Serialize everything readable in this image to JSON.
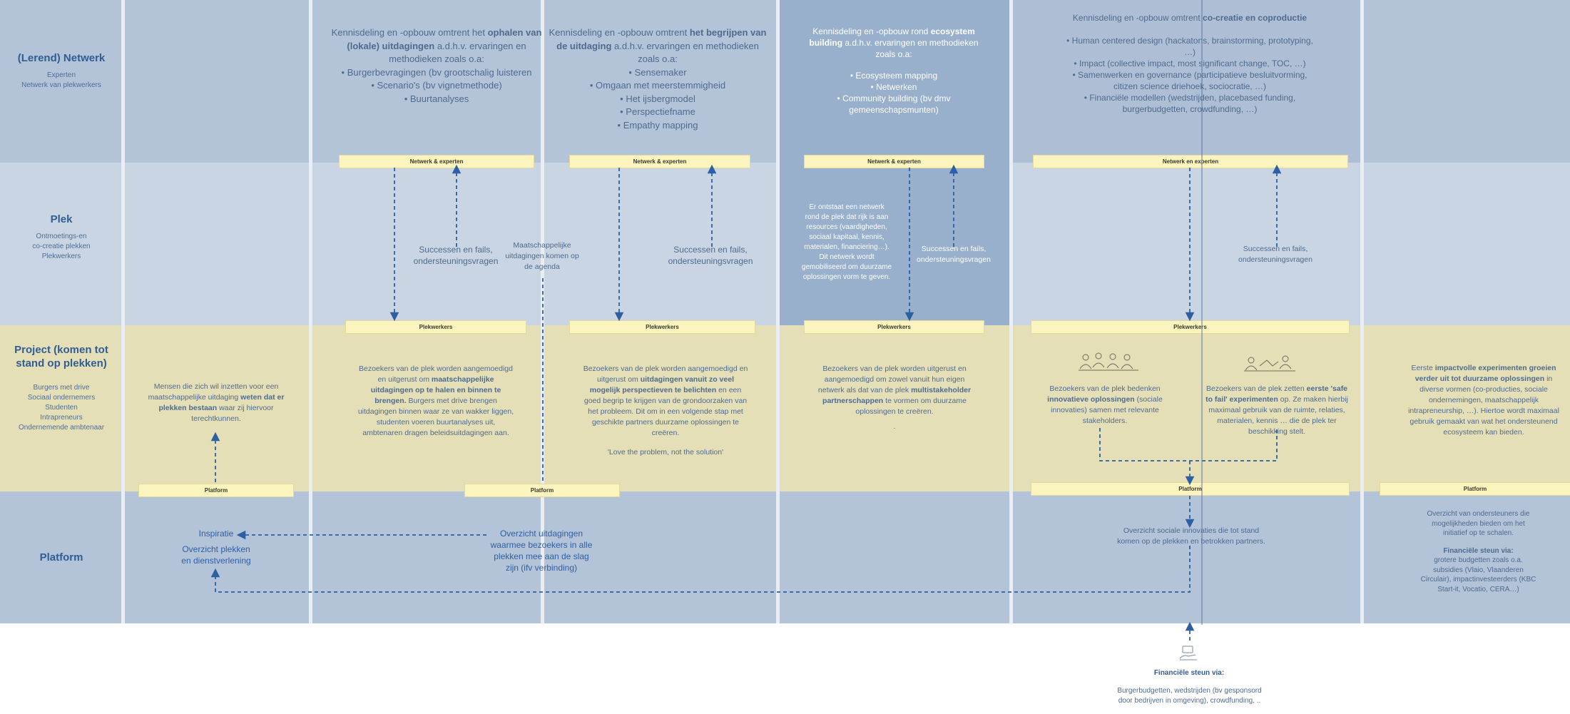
{
  "rows": [
    {
      "title": "(Lerend) Netwerk",
      "sub": [
        "Experten",
        "Netwerk van plekwerkers"
      ]
    },
    {
      "title": "Plek",
      "sub": [
        "Ontmoetings-en",
        "co-creatie plekken",
        "Plekwerkers"
      ]
    },
    {
      "title": "Project (komen tot stand op plekken)",
      "sub": [
        "Burgers met drive",
        "Sociaal ondernemers",
        "Studenten",
        "Intrapreneurs",
        "Ondernemende ambtenaar"
      ]
    },
    {
      "title": "Platform",
      "sub": []
    }
  ],
  "network": {
    "col3": {
      "pre": "Kennisdeling en -opbouw omtrent het",
      "bold": "ophalen van (lokale) uitdagingen",
      "post": "a.d.h.v. ervaringen en methodieken zoals o.a:",
      "items": [
        "Burgerbevragingen (bv grootschalig luisteren",
        "Scenario's (bv vignetmethode)",
        "Buurtanalyses"
      ]
    },
    "col4": {
      "pre": "Kennisdeling en -opbouw omtrent",
      "bold": "het begrijpen van de uitdaging",
      "post": "a.d.h.v. ervaringen en methodieken zoals o.a:",
      "items": [
        "Sensemaker",
        "Omgaan met meerstemmigheid",
        "Het ijsbergmodel",
        "Perspectiefname",
        "Empathy mapping"
      ]
    },
    "col5": {
      "pre": "Kennisdeling en -opbouw rond",
      "bold": "ecosystem building",
      "post": "a.d.h.v. ervaringen en methodieken zoals o.a:",
      "items": [
        "Ecosysteem mapping",
        "Netwerken",
        "Community building (bv dmv gemeenschapsmunten)"
      ]
    },
    "col6": {
      "pre": "Kennisdeling en -opbouw omtrent",
      "bold": "co-creatie en coproductie",
      "items": [
        "Human centered design (hackatons, brainstorming, prototyping, …)",
        "Impact (collective impact, most significant change, TOC, …)",
        "Samenwerken en governance (participatieve besluitvorming, citizen science driehoek, sociocratie, …)",
        "Financiële modellen (wedstrijden, placebased funding, burgerbudgetten, crowdfunding, …)"
      ]
    }
  },
  "labels": {
    "network1": "Netwerk & experten",
    "network2": "Netwerk & experten",
    "network3": "Netwerk & experten",
    "network4": "Netwerk en experten",
    "plek1": "Plekwerkers",
    "plek2": "Plekwerkers",
    "plek3": "Plekwerkers",
    "plek4": "Plekwerkers",
    "platform1": "Platform",
    "platform2": "Platform",
    "platform3": "Platform",
    "platform4": "Platform"
  },
  "plek": {
    "succes1": "Successen en fails, ondersteuningsvragen",
    "maatsch": "Maatschappelijke uitdagingen komen op de agenda",
    "succes2": "Successen en fails, ondersteuningsvragen",
    "col5text": "Er ontstaat een netwerk rond de plek dat rijk is aan resources (vaardigheden, sociaal kapitaal, kennis, materialen, financiering…). Dit netwerk wordt gemobiliseerd om duurzame oplossingen vorm te geven.",
    "succes3": "Successen en fails, ondersteuningsvragen",
    "succes4": "Successen en fails, ondersteuningsvragen"
  },
  "project": {
    "col2": {
      "pre": "Mensen die zich wil inzetten voor een maatschappelijke uitdaging",
      "bold": "weten dat er plekken bestaan",
      "post": "waar zij hiervoor terechtkunnen."
    },
    "col3": {
      "pre": "Bezoekers van de plek worden aangemoedigd en uitgerust om",
      "bold": "maatschappelijke uitdagingen op te halen en binnen te brengen.",
      "post": "Burgers met drive brengen uitdagingen binnen waar ze van wakker liggen, studenten voeren buurtanalyses uit, ambtenaren dragen beleidsuitdagingen aan."
    },
    "col4": {
      "pre": "Bezoekers van de plek worden aangemoedigd en uitgerust om",
      "bold": "uitdagingen vanuit zo veel mogelijk perspectieven te belichten",
      "post": "en een goed begrip te krijgen van de grondoorzaken van het probleem. Dit om in een volgende stap met geschikte partners duurzame oplossingen te creëren.",
      "quote": "'Love the problem, not the solution'"
    },
    "col5": {
      "pre": "Bezoekers van de plek worden uitgerust en aangemoedigd om zowel vanuit hun eigen netwerk als dat van de plek",
      "bold": "multistakeholder partnerschappen",
      "post": "te vormen om duurzame oplossingen te creëren.",
      "dot": "."
    },
    "col6a": {
      "pre": "Bezoekers van de plek bedenken",
      "bold": "innovatieve oplossingen",
      "post": "(sociale innovaties) samen met relevante stakeholders."
    },
    "col6b": {
      "pre": "Bezoekers van de plek zetten",
      "bold": "eerste 'safe to fail' experimenten",
      "post": "op. Ze maken hierbij maximaal gebruik van de ruimte, relaties, materialen, kennis … die de plek ter beschikking stelt."
    },
    "col7": {
      "pre": "Eerste",
      "bold": "impactvolle experimenten groeien verder uit tot duurzame oplossingen",
      "post": "in diverse vormen (co-producties, sociale ondernemingen, maatschappelijk intrapreneurship, …). Hiertoe wordt maximaal gebruik gemaakt van wat het ondersteunend ecosysteem kan bieden."
    }
  },
  "platform": {
    "inspiratie": "Inspiratie",
    "overzicht_plekken": "Overzicht plekken en dienstverlening",
    "overzicht_uitdagingen": "Overzicht uitdagingen waarmee bezoekers in alle plekken mee aan de slag zijn (ifv verbinding)",
    "overzicht_innovaties": "Overzicht sociale innovaties die tot stand komen op de plekken en betrokken partners.",
    "col7": {
      "line1": "Overzicht van ondersteuners die mogelijkheden bieden om het initiatief op te schalen.",
      "fin_title": "Financiële steun via:",
      "fin_text": "grotere budgetten zoals o.a. subsidies (Vlaio, Vlaanderen Circulair), impactinvesteerders (KBC Start-it, Vocatio, CERA…)"
    }
  },
  "bottom": {
    "title": "Financiële steun via:",
    "text": "Burgerbudgetten, wedstrijden (bv gesponsord door bedrijven in omgeving), crowdfunding, .."
  },
  "colors": {
    "network": "#b3c3d8",
    "plek": "#c9d5e3",
    "project": "#e5dfb8",
    "platform": "#b3c3d8",
    "arrow": "#2e5fa3",
    "label": "#fbf4be"
  }
}
